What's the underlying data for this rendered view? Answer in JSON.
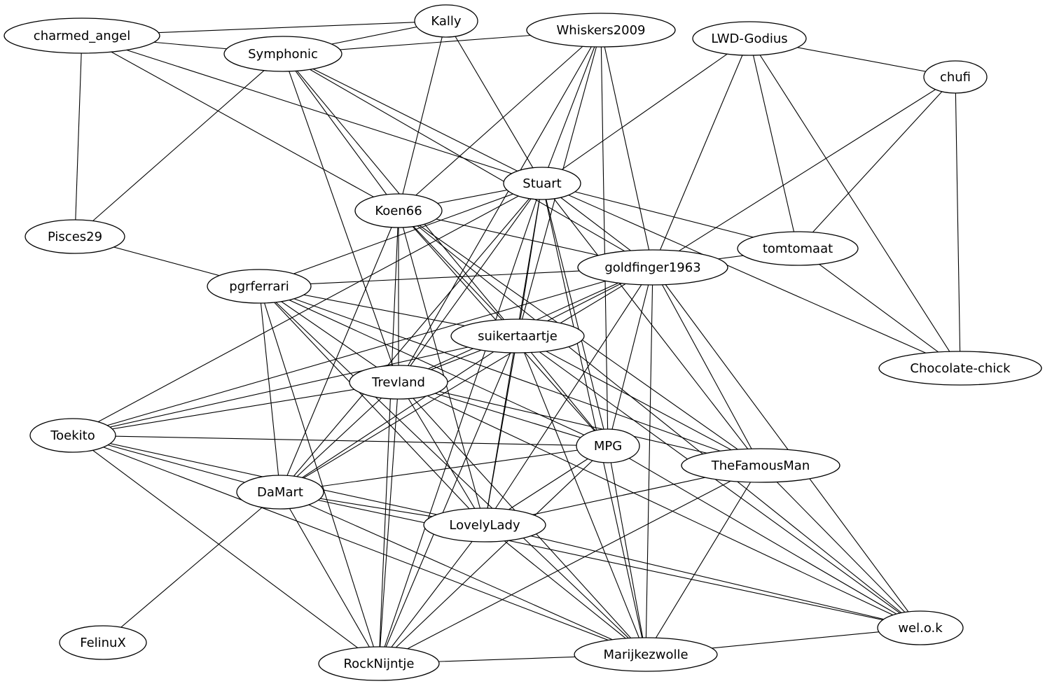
{
  "diagram": {
    "type": "undirected-graph",
    "colors": {
      "background": "#ffffff",
      "stroke": "#000000",
      "text": "#000000"
    },
    "nodes": [
      {
        "id": "charmed_angel",
        "label": "charmed_angel"
      },
      {
        "id": "Kally",
        "label": "Kally"
      },
      {
        "id": "Symphonic",
        "label": "Symphonic"
      },
      {
        "id": "Whiskers2009",
        "label": "Whiskers2009"
      },
      {
        "id": "LWD-Godius",
        "label": "LWD-Godius"
      },
      {
        "id": "chufi",
        "label": "chufi"
      },
      {
        "id": "Stuart",
        "label": "Stuart"
      },
      {
        "id": "Koen66",
        "label": "Koen66"
      },
      {
        "id": "Pisces29",
        "label": "Pisces29"
      },
      {
        "id": "tomtomaat",
        "label": "tomtomaat"
      },
      {
        "id": "goldfinger1963",
        "label": "goldfinger1963"
      },
      {
        "id": "pgrferrari",
        "label": "pgrferrari"
      },
      {
        "id": "suikertaartje",
        "label": "suikertaartje"
      },
      {
        "id": "Chocolate-chick",
        "label": "Chocolate-chick"
      },
      {
        "id": "Trevland",
        "label": "Trevland"
      },
      {
        "id": "Toekito",
        "label": "Toekito"
      },
      {
        "id": "MPG",
        "label": "MPG"
      },
      {
        "id": "TheFamousMan",
        "label": "TheFamousMan"
      },
      {
        "id": "DaMart",
        "label": "DaMart"
      },
      {
        "id": "LovelyLady",
        "label": "LovelyLady"
      },
      {
        "id": "wel.o.k",
        "label": "wel.o.k"
      },
      {
        "id": "FelinuX",
        "label": "FelinuX"
      },
      {
        "id": "Marijkezwolle",
        "label": "Marijkezwolle"
      },
      {
        "id": "RockNijntje",
        "label": "RockNijntje"
      }
    ],
    "edges": [
      [
        "charmed_angel",
        "Kally"
      ],
      [
        "charmed_angel",
        "Symphonic"
      ],
      [
        "charmed_angel",
        "Pisces29"
      ],
      [
        "charmed_angel",
        "Koen66"
      ],
      [
        "charmed_angel",
        "Stuart"
      ],
      [
        "Kally",
        "Symphonic"
      ],
      [
        "Kally",
        "Koen66"
      ],
      [
        "Kally",
        "Stuart"
      ],
      [
        "Symphonic",
        "Whiskers2009"
      ],
      [
        "Symphonic",
        "Pisces29"
      ],
      [
        "Symphonic",
        "Koen66"
      ],
      [
        "Symphonic",
        "Stuart"
      ],
      [
        "Symphonic",
        "suikertaartje"
      ],
      [
        "Symphonic",
        "Trevland"
      ],
      [
        "Symphonic",
        "goldfinger1963"
      ],
      [
        "Whiskers2009",
        "Koen66"
      ],
      [
        "Whiskers2009",
        "Stuart"
      ],
      [
        "Whiskers2009",
        "goldfinger1963"
      ],
      [
        "Whiskers2009",
        "suikertaartje"
      ],
      [
        "Whiskers2009",
        "Trevland"
      ],
      [
        "Whiskers2009",
        "MPG"
      ],
      [
        "LWD-Godius",
        "chufi"
      ],
      [
        "LWD-Godius",
        "Stuart"
      ],
      [
        "LWD-Godius",
        "goldfinger1963"
      ],
      [
        "LWD-Godius",
        "tomtomaat"
      ],
      [
        "LWD-Godius",
        "Chocolate-chick"
      ],
      [
        "chufi",
        "goldfinger1963"
      ],
      [
        "chufi",
        "tomtomaat"
      ],
      [
        "chufi",
        "Chocolate-chick"
      ],
      [
        "Stuart",
        "Koen66"
      ],
      [
        "Stuart",
        "tomtomaat"
      ],
      [
        "Stuart",
        "goldfinger1963"
      ],
      [
        "Stuart",
        "Chocolate-chick"
      ],
      [
        "Stuart",
        "pgrferrari"
      ],
      [
        "Stuart",
        "suikertaartje"
      ],
      [
        "Stuart",
        "Trevland"
      ],
      [
        "Stuart",
        "Toekito"
      ],
      [
        "Stuart",
        "MPG"
      ],
      [
        "Stuart",
        "LovelyLady"
      ],
      [
        "Stuart",
        "TheFamousMan"
      ],
      [
        "Stuart",
        "Marijkezwolle"
      ],
      [
        "Stuart",
        "RockNijntje"
      ],
      [
        "Stuart",
        "DaMart"
      ],
      [
        "Koen66",
        "goldfinger1963"
      ],
      [
        "Koen66",
        "suikertaartje"
      ],
      [
        "Koen66",
        "Trevland"
      ],
      [
        "Koen66",
        "MPG"
      ],
      [
        "Koen66",
        "TheFamousMan"
      ],
      [
        "Koen66",
        "DaMart"
      ],
      [
        "Koen66",
        "LovelyLady"
      ],
      [
        "Koen66",
        "wel.o.k"
      ],
      [
        "Koen66",
        "RockNijntje"
      ],
      [
        "Pisces29",
        "pgrferrari"
      ],
      [
        "tomtomaat",
        "goldfinger1963"
      ],
      [
        "tomtomaat",
        "Chocolate-chick"
      ],
      [
        "goldfinger1963",
        "pgrferrari"
      ],
      [
        "goldfinger1963",
        "suikertaartje"
      ],
      [
        "goldfinger1963",
        "Trevland"
      ],
      [
        "goldfinger1963",
        "Toekito"
      ],
      [
        "goldfinger1963",
        "MPG"
      ],
      [
        "goldfinger1963",
        "TheFamousMan"
      ],
      [
        "goldfinger1963",
        "DaMart"
      ],
      [
        "goldfinger1963",
        "LovelyLady"
      ],
      [
        "goldfinger1963",
        "wel.o.k"
      ],
      [
        "goldfinger1963",
        "Marijkezwolle"
      ],
      [
        "pgrferrari",
        "suikertaartje"
      ],
      [
        "pgrferrari",
        "Trevland"
      ],
      [
        "pgrferrari",
        "MPG"
      ],
      [
        "pgrferrari",
        "TheFamousMan"
      ],
      [
        "pgrferrari",
        "DaMart"
      ],
      [
        "pgrferrari",
        "LovelyLady"
      ],
      [
        "pgrferrari",
        "RockNijntje"
      ],
      [
        "pgrferrari",
        "Marijkezwolle"
      ],
      [
        "suikertaartje",
        "Trevland"
      ],
      [
        "suikertaartje",
        "Toekito"
      ],
      [
        "suikertaartje",
        "MPG"
      ],
      [
        "suikertaartje",
        "TheFamousMan"
      ],
      [
        "suikertaartje",
        "DaMart"
      ],
      [
        "suikertaartje",
        "LovelyLady"
      ],
      [
        "suikertaartje",
        "wel.o.k"
      ],
      [
        "suikertaartje",
        "Marijkezwolle"
      ],
      [
        "suikertaartje",
        "RockNijntje"
      ],
      [
        "Trevland",
        "Toekito"
      ],
      [
        "Trevland",
        "MPG"
      ],
      [
        "Trevland",
        "TheFamousMan"
      ],
      [
        "Trevland",
        "DaMart"
      ],
      [
        "Trevland",
        "LovelyLady"
      ],
      [
        "Trevland",
        "wel.o.k"
      ],
      [
        "Trevland",
        "Marijkezwolle"
      ],
      [
        "Trevland",
        "RockNijntje"
      ],
      [
        "Toekito",
        "MPG"
      ],
      [
        "Toekito",
        "DaMart"
      ],
      [
        "Toekito",
        "LovelyLady"
      ],
      [
        "Toekito",
        "Marijkezwolle"
      ],
      [
        "Toekito",
        "RockNijntje"
      ],
      [
        "MPG",
        "DaMart"
      ],
      [
        "MPG",
        "LovelyLady"
      ],
      [
        "MPG",
        "wel.o.k"
      ],
      [
        "MPG",
        "Marijkezwolle"
      ],
      [
        "MPG",
        "RockNijntje"
      ],
      [
        "TheFamousMan",
        "LovelyLady"
      ],
      [
        "TheFamousMan",
        "Marijkezwolle"
      ],
      [
        "TheFamousMan",
        "RockNijntje"
      ],
      [
        "TheFamousMan",
        "wel.o.k"
      ],
      [
        "DaMart",
        "LovelyLady"
      ],
      [
        "DaMart",
        "FelinuX"
      ],
      [
        "DaMart",
        "RockNijntje"
      ],
      [
        "DaMart",
        "Marijkezwolle"
      ],
      [
        "DaMart",
        "wel.o.k"
      ],
      [
        "LovelyLady",
        "wel.o.k"
      ],
      [
        "LovelyLady",
        "Marijkezwolle"
      ],
      [
        "LovelyLady",
        "RockNijntje"
      ],
      [
        "wel.o.k",
        "Marijkezwolle"
      ],
      [
        "Marijkezwolle",
        "RockNijntje"
      ]
    ]
  }
}
